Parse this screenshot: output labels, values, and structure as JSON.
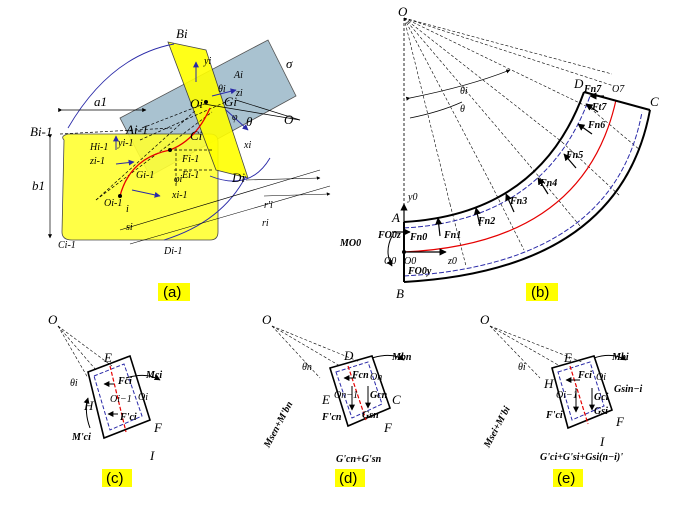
{
  "panels": {
    "a": {
      "caption": "(a)",
      "labels": {
        "B_i": "Bi",
        "y_i": "yi",
        "sigma": "σ",
        "A_i": "Ai",
        "z_i": "zi",
        "theta_i": "θi",
        "O_i": "Oi",
        "G_i": "Gi",
        "C_i": "Ci",
        "O": "O",
        "theta": "θ",
        "phi": "φ",
        "x_i": "xi",
        "D_i": "Di",
        "a_1": "a1",
        "B_im1": "Bi-1",
        "A_im1": "Ai-1",
        "H_im1": "Hi-1",
        "y_im1": "yi-1",
        "z_im1": "zi-1",
        "G_im1": "Gi-1",
        "F_im1": "Fi-1",
        "phi_i": "φi",
        "E_im1": "Ei-1",
        "x_im1": "xi-1",
        "b_1": "b1",
        "O_im1": "Oi-1",
        "s_i": "si",
        "i": "i",
        "D_im1": "Di-1",
        "C_im1": "Ci-1",
        "r_oi": "r'i",
        "r_i": "ri"
      }
    },
    "b": {
      "caption": "(b)",
      "labels": {
        "O": "O",
        "D": "D",
        "F_n7": "Fn7",
        "O7": "O7",
        "C": "C",
        "theta_i": "θi",
        "theta": "θ",
        "F_t7": "Ft7",
        "F_n6": "Fn6",
        "F_n5": "Fn5",
        "F_n4": "Fn4",
        "F_n3": "Fn3",
        "F_n2": "Fn2",
        "F_n1": "Fn1",
        "F_n0": "Fn0",
        "y0": "y0",
        "A": "A",
        "M_O0": "MO0",
        "F_O0z": "FO0z",
        "O0_left": "O0",
        "O0_right": "O0",
        "F_O0y": "FO0y",
        "z0": "z0",
        "B": "B"
      }
    },
    "c": {
      "caption": "(c)",
      "labels": {
        "O": "O",
        "theta_i": "θi",
        "E": "E",
        "M_ci": "Mci",
        "F_ci": "Fci",
        "H": "H",
        "O_im1": "Oi−1",
        "O_i": "Oi",
        "F_ci_p": "F'ci",
        "F": "F",
        "M_ci_p": "M'ci",
        "I": "I"
      }
    },
    "d": {
      "caption": "(d)",
      "labels": {
        "O": "O",
        "theta_n": "θn",
        "D": "D",
        "M_bn": "Mbn",
        "F_cn": "Fcn",
        "O_n": "On",
        "E": "E",
        "O_nm1": "On−1",
        "G_cn": "Gcn",
        "C": "C",
        "F_cn_p": "F'cn",
        "G_sn": "Gsn",
        "M_sum": "Msen+M'bn",
        "F": "F",
        "G_sum": "G'cn+G'sn"
      }
    },
    "e": {
      "caption": "(e)",
      "labels": {
        "O": "O",
        "theta_i": "θi",
        "E": "E",
        "M_bi": "Mbi",
        "H": "H",
        "F_ci": "Fci",
        "O_i": "Oi",
        "O_im1": "Oi−1",
        "G_si_top": "Gsin−i",
        "G_ci": "Gci",
        "G_si": "Gsi",
        "F_ci_p": "F'ci",
        "F": "F",
        "M_sum": "Msei+M'bi",
        "I": "I",
        "G_sum": "G'ci+G'si+Gsi(n−i)'"
      }
    }
  },
  "colors": {
    "yellow": "#ffff00",
    "plane_blue": "#9bb8c8",
    "red": "#e60000",
    "blue": "#2a2aa8",
    "caption_bg": "#ffff00"
  }
}
